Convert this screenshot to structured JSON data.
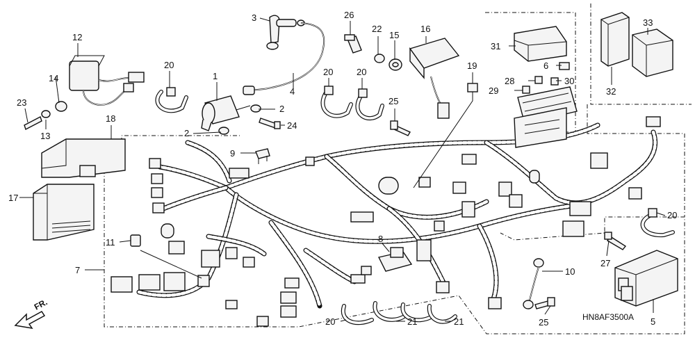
{
  "callouts": [
    {
      "id": "c1",
      "text": "1"
    },
    {
      "id": "c2a",
      "text": "2"
    },
    {
      "id": "c2b",
      "text": "2"
    },
    {
      "id": "c3",
      "text": "3"
    },
    {
      "id": "c4",
      "text": "4"
    },
    {
      "id": "c5",
      "text": "5"
    },
    {
      "id": "c6",
      "text": "6"
    },
    {
      "id": "c7",
      "text": "7"
    },
    {
      "id": "c8",
      "text": "8"
    },
    {
      "id": "c9",
      "text": "9"
    },
    {
      "id": "c10",
      "text": "10"
    },
    {
      "id": "c11",
      "text": "11"
    },
    {
      "id": "c12",
      "text": "12"
    },
    {
      "id": "c13",
      "text": "13"
    },
    {
      "id": "c14",
      "text": "14"
    },
    {
      "id": "c15",
      "text": "15"
    },
    {
      "id": "c16",
      "text": "16"
    },
    {
      "id": "c17",
      "text": "17"
    },
    {
      "id": "c18",
      "text": "18"
    },
    {
      "id": "c19",
      "text": "19"
    },
    {
      "id": "c20a",
      "text": "20"
    },
    {
      "id": "c20b",
      "text": "20"
    },
    {
      "id": "c20c",
      "text": "20"
    },
    {
      "id": "c20d",
      "text": "20"
    },
    {
      "id": "c20e",
      "text": "20"
    },
    {
      "id": "c21a",
      "text": "21"
    },
    {
      "id": "c21b",
      "text": "21"
    },
    {
      "id": "c22",
      "text": "22"
    },
    {
      "id": "c23",
      "text": "23"
    },
    {
      "id": "c24",
      "text": "24"
    },
    {
      "id": "c25a",
      "text": "25"
    },
    {
      "id": "c25b",
      "text": "25"
    },
    {
      "id": "c26",
      "text": "26"
    },
    {
      "id": "c27",
      "text": "27"
    },
    {
      "id": "c28",
      "text": "28"
    },
    {
      "id": "c29",
      "text": "29"
    },
    {
      "id": "c30",
      "text": "30"
    },
    {
      "id": "c31",
      "text": "31"
    },
    {
      "id": "c32",
      "text": "32"
    },
    {
      "id": "c33",
      "text": "33"
    }
  ],
  "diagram_code": "HN8AF3500A",
  "direction_label": "FR."
}
